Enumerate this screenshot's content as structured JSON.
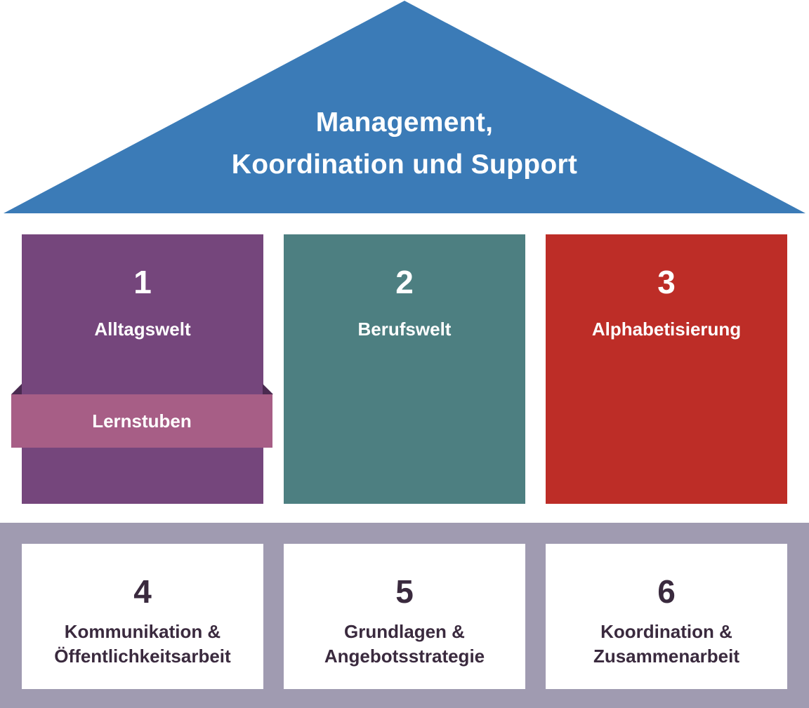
{
  "roof": {
    "line1": "Management,",
    "line2": "Koordination und Support",
    "color": "#3b7bb7"
  },
  "pillars": [
    {
      "number": "1",
      "label": "Alltagswelt",
      "color": "#75467c"
    },
    {
      "number": "2",
      "label": "Berufswelt",
      "color": "#4d7f81"
    },
    {
      "number": "3",
      "label": "Alphabetisierung",
      "color": "#bd2d27"
    }
  ],
  "ribbon": {
    "label": "Lernstuben",
    "color": "#a75e86"
  },
  "foundation": {
    "color": "#a09bb1",
    "boxes": [
      {
        "number": "4",
        "line1": "Kommunikation &",
        "line2": "Öffentlichkeitsarbeit"
      },
      {
        "number": "5",
        "line1": "Grundlagen &",
        "line2": "Angebotsstrategie"
      },
      {
        "number": "6",
        "line1": "Koordination &",
        "line2": "Zusammenarbeit"
      }
    ]
  }
}
